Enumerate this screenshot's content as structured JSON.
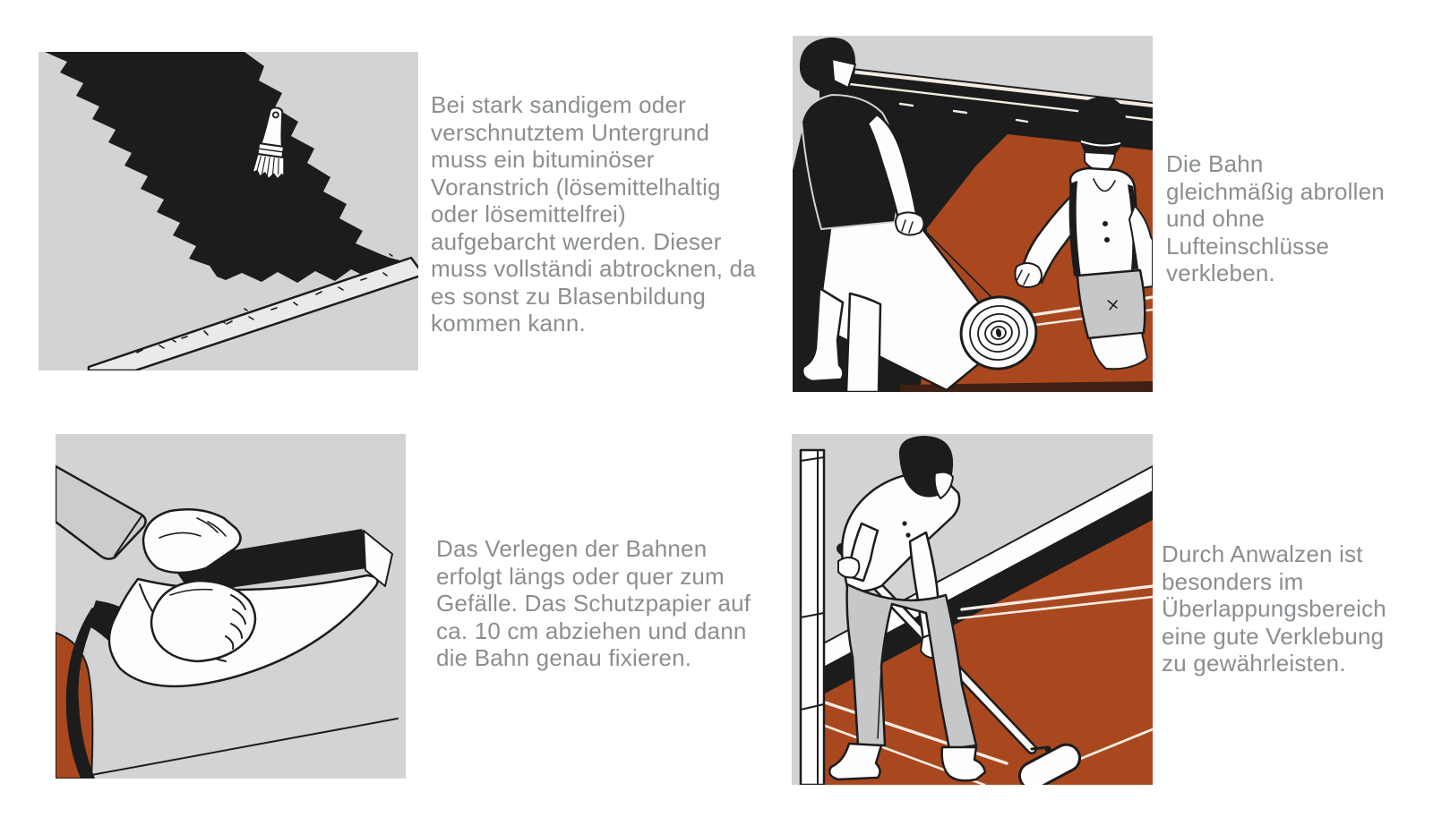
{
  "page": {
    "background": "#ffffff"
  },
  "colors": {
    "illustration_bg": "#d2d3d5",
    "ink": "#1c1c1c",
    "membrane_red": "#a9481f",
    "caption_gray": "#8a8e91",
    "pants_gray": "#c6c7c9",
    "slab_face": "#e9eaeb",
    "seam_white": "#f3ece2",
    "bottom_strip": "#3f2013"
  },
  "panels": [
    {
      "id": "priming",
      "illustration": "bitumen-primer-with-brush",
      "caption_lines": [
        "Bei stark sandigem oder",
        "verschnutztem Untergrund",
        "muss ein bituminöser",
        "Voranstrich (lösemittelhaltig",
        "oder lösemittelfrei)",
        "aufgebarcht werden. Dieser",
        "muss vollständi abtrocknen, da",
        "es sonst zu Blasenbildung",
        "kommen kann."
      ]
    },
    {
      "id": "unrolling",
      "illustration": "two-workers-unrolling-membrane",
      "caption_lines": [
        "Die Bahn",
        "gleichmäßig abrollen",
        "und ohne",
        "Lufteinschlüsse",
        "verkleben."
      ]
    },
    {
      "id": "positioning",
      "illustration": "hands-peeling-protective-paper",
      "caption_lines": [
        "Das Verlegen der Bahnen",
        "erfolgt längs oder quer zum",
        "Gefälle. Das Schutzpapier auf",
        "ca. 10 cm abziehen und dann",
        "die Bahn genau fixieren."
      ]
    },
    {
      "id": "rolling",
      "illustration": "worker-pressing-with-roller",
      "caption_lines": [
        "Durch Anwalzen ist",
        "besonders im",
        "Überlappungsbereich",
        "eine gute Verklebung",
        "zu gewährleisten."
      ]
    }
  ]
}
